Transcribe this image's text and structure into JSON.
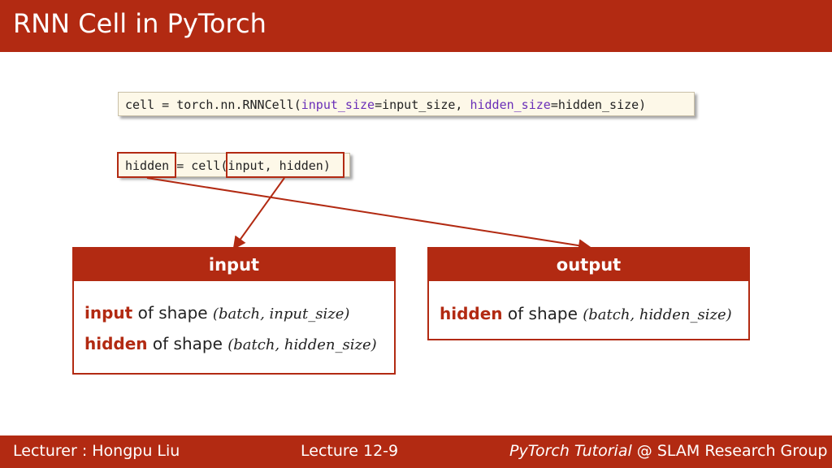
{
  "header": {
    "title": "RNN Cell in PyTorch"
  },
  "code_line1": {
    "pre": "cell = torch.nn.RNNCell(",
    "kw1": "input_size",
    "mid1": "=input_size, ",
    "kw2": "hidden_size",
    "mid2": "=hidden_size)"
  },
  "code_line2": {
    "out": "hidden",
    "eq": " = cell",
    "args": "(input, hidden)"
  },
  "input_panel": {
    "title": "input",
    "row1": {
      "bold": "input",
      "text": " of shape ",
      "math": "(batch, input_size)"
    },
    "row2": {
      "bold": "hidden",
      "text": " of shape ",
      "math": "(batch, hidden_size)"
    }
  },
  "output_panel": {
    "title": "output",
    "row1": {
      "bold": "hidden",
      "text": " of shape ",
      "math": "(batch, hidden_size)"
    }
  },
  "footer": {
    "lecturer": "Lecturer : Hongpu Liu",
    "lecture": "Lecture 12-9",
    "course_italic": "PyTorch Tutorial",
    "course_rest": " @ SLAM Research Group"
  },
  "colors": {
    "accent": "#b22a12",
    "keyword": "#6a2fb8",
    "code_bg": "#fdf8e8"
  }
}
